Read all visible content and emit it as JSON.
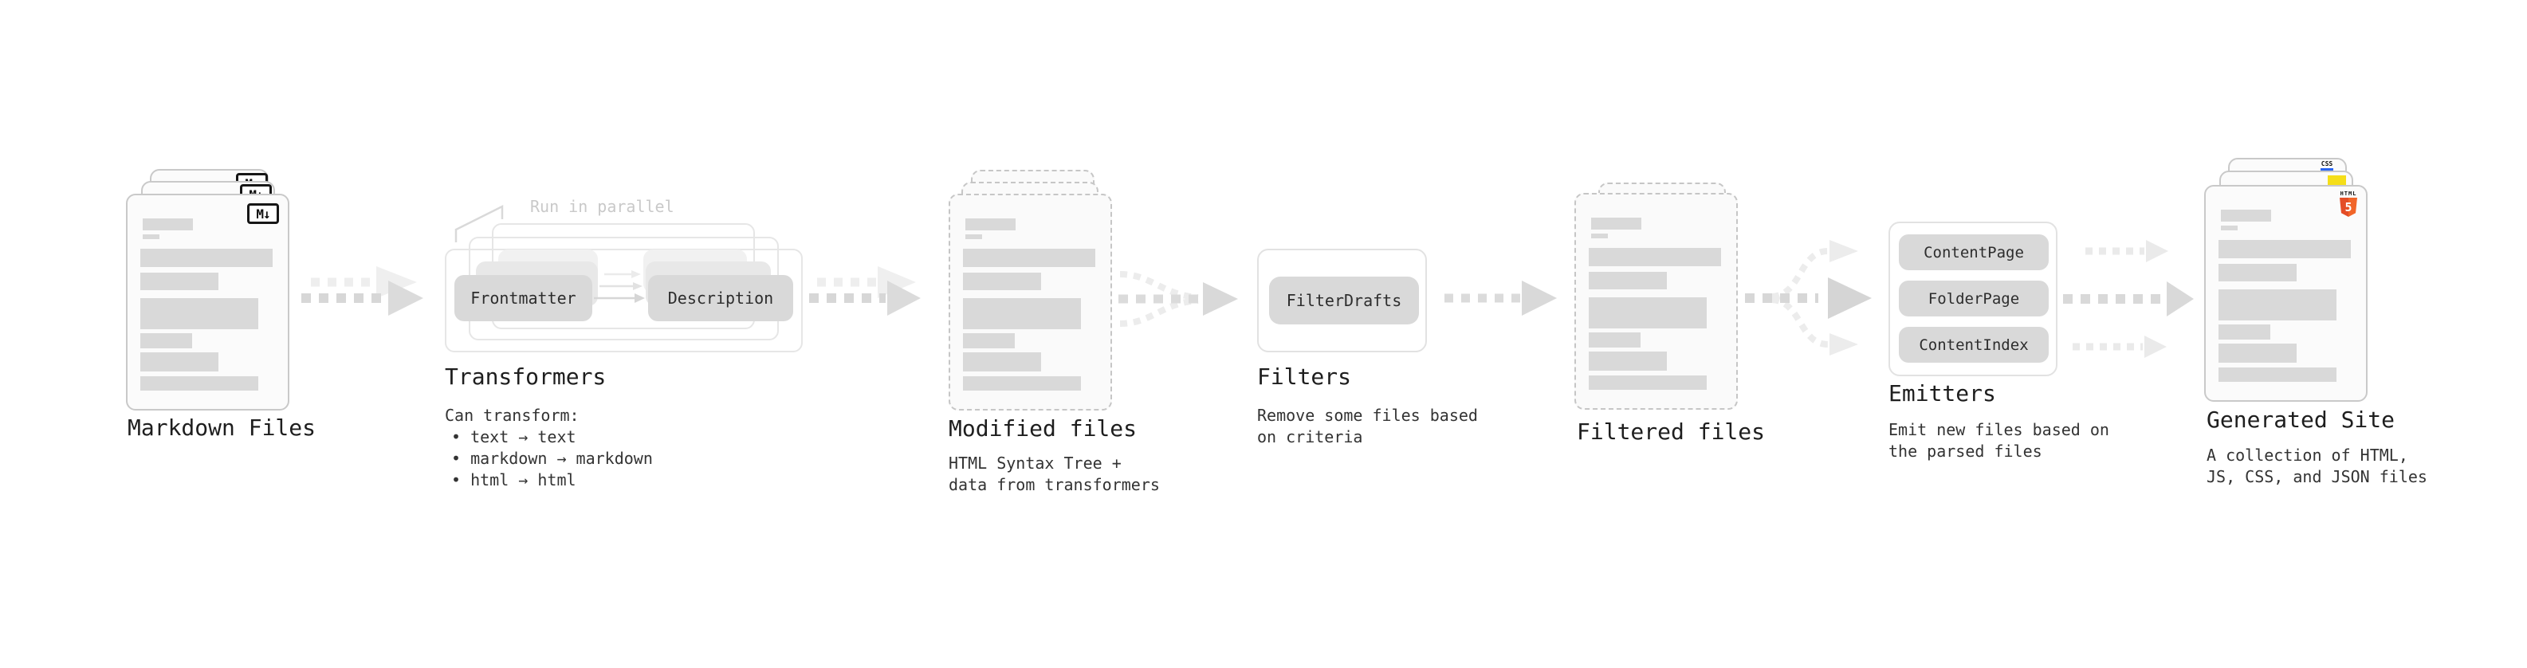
{
  "pipeline": {
    "markdown_files": {
      "label": "Markdown Files",
      "file_badge": "M↓"
    },
    "transformers": {
      "label": "Transformers",
      "parallel_note": "Run in parallel",
      "input_pill": "Frontmatter",
      "output_pill": "Description",
      "body_heading": "Can transform:",
      "bullets": [
        "• text → text",
        "• markdown → markdown",
        "• html → html"
      ]
    },
    "modified_files": {
      "label": "Modified files",
      "desc_lines": [
        "HTML Syntax Tree +",
        "data from transformers"
      ]
    },
    "filters": {
      "label": "Filters",
      "pill": "FilterDrafts",
      "desc_lines": [
        "Remove some files based",
        "on criteria"
      ]
    },
    "filtered_files": {
      "label": "Filtered files"
    },
    "emitters": {
      "label": "Emitters",
      "pills": [
        "ContentPage",
        "FolderPage",
        "ContentIndex"
      ],
      "desc_lines": [
        "Emit new files based on",
        "the parsed files"
      ]
    },
    "generated_site": {
      "label": "Generated Site",
      "desc_lines": [
        "A collection of HTML,",
        "JS, CSS, and JSON files"
      ],
      "html5_logo": {
        "word": "HTML",
        "number": "5"
      },
      "css_badge": "CSS"
    }
  },
  "colors": {
    "html5_orange_dark": "#e44d26",
    "html5_orange_light": "#f16529",
    "js_yellow": "#f5de19",
    "css_blue": "#2965f1"
  }
}
